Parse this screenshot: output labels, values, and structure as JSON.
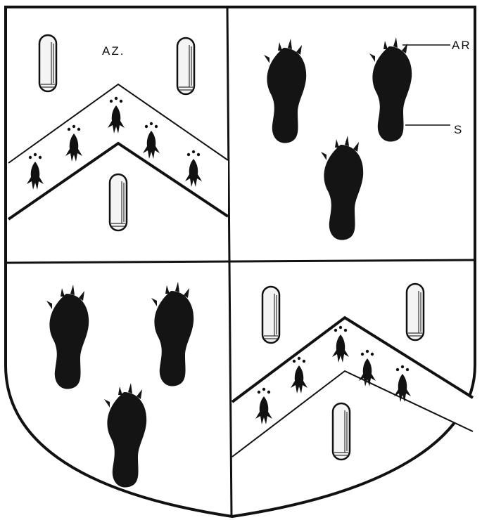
{
  "labels": {
    "azure": "AZ.",
    "argent": "AR",
    "sable": "S"
  },
  "colors": {
    "ink": "#111111",
    "field": "#ffffff",
    "paw": "#141414"
  },
  "charges": {
    "cylinder": "cylinder-charge",
    "ermine_spot": "ermine-spot-icon",
    "bear_paw": "bear-paw-icon"
  }
}
